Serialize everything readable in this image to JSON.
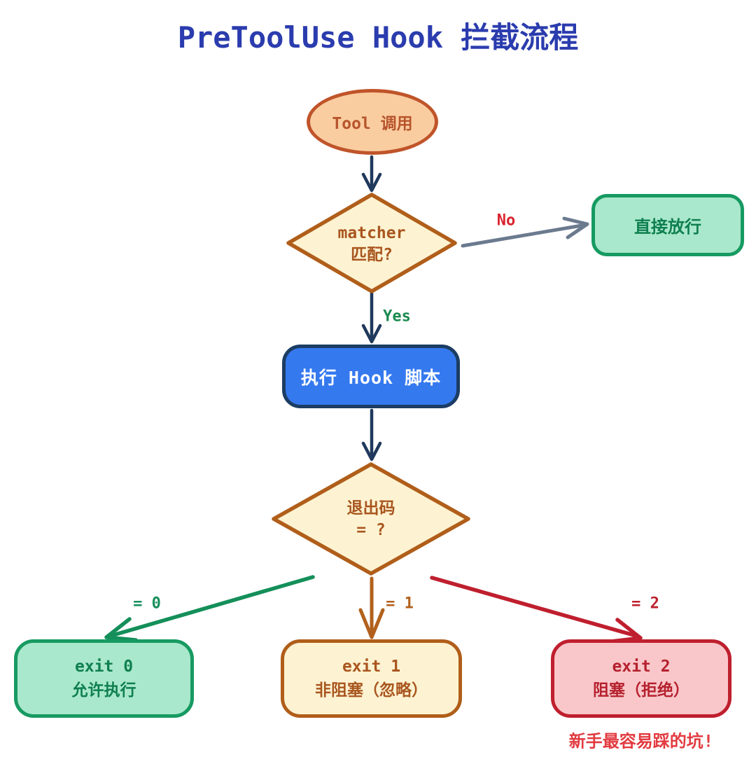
{
  "title": "PreToolUse Hook 拦截流程",
  "nodes": {
    "start": {
      "label": "Tool 调用"
    },
    "matcher": {
      "line1": "matcher",
      "line2": "匹配?"
    },
    "pass": {
      "label": "直接放行"
    },
    "run_hook": {
      "label": "执行 Hook 脚本"
    },
    "exit_code": {
      "line1": "退出码",
      "line2": "= ?"
    },
    "exit0": {
      "line1": "exit 0",
      "line2": "允许执行"
    },
    "exit1": {
      "line1": "exit 1",
      "line2": "非阻塞（忽略）"
    },
    "exit2": {
      "line1": "exit 2",
      "line2": "阻塞（拒绝）"
    }
  },
  "edge_labels": {
    "no": "No",
    "yes": "Yes",
    "eq0": "= 0",
    "eq1": "= 1",
    "eq2": "= 2"
  },
  "note": "新手最容易踩的坑!",
  "colors": {
    "title_text": "#2b3cae",
    "flow_arrow": "#20395c",
    "no_arrow": "#6b7a8e",
    "branch_eq0": "#148f5a",
    "branch_eq1": "#b2611c",
    "branch_eq2": "#bf1f2e",
    "no_label": "#d9232e",
    "yes_label": "#1a8a50",
    "ellipse_fill": "#f9cda0",
    "ellipse_border": "#c0542a",
    "diamond_fill": "#fdf3d2",
    "diamond_border": "#b05e1a",
    "green_fill": "#a9e8cc",
    "green_border": "#179a62",
    "green_text": "#0f7f4f",
    "blue_fill": "#3579ef",
    "blue_border": "#1c3d63",
    "yellow_text": "#a9561f",
    "red_fill": "#f9c7ca",
    "red_border": "#bf1f2e",
    "red_text": "#b5212e",
    "note_text": "#e23b40"
  }
}
